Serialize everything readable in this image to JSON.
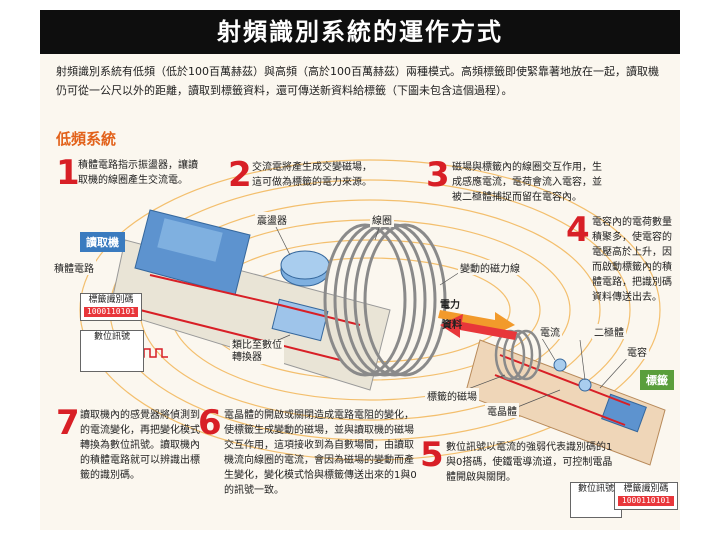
{
  "title": "射頻識別系統的運作方式",
  "intro": "射頻識別系統有低頻（低於100百萬赫茲）與高頻（高於100百萬赫茲）兩種模式。高頻標籤即使緊靠著地放在一起，讀取機仍可從一公尺以外的距離，讀取到標籤資料，還可傳送新資料給標籤（下圖未包含這個過程）。",
  "section_title": "低頻系統",
  "steps": [
    {
      "num": "1",
      "text": "積體電路指示振盪器，讓讀取機的線圈產生交流電。"
    },
    {
      "num": "2",
      "text": "交流電將產生成交變磁場，這可做為標籤的電力來源。"
    },
    {
      "num": "3",
      "text": "磁場與標籤內的線圈交互作用，生成感應電流，電荷會流入電容，並被二極體捕捉而留在電容內。"
    },
    {
      "num": "4",
      "text": "電容內的電荷數量積聚多，使電容的電壓高於上升，因而啟動標籤內的積體電路，把識別碼資料傳送出去。"
    },
    {
      "num": "5",
      "text": "數位訊號以電流的強弱代表識別碼的1與0搭碼，使鐵電導流道，可控制電晶體開啟與關閉。"
    },
    {
      "num": "6",
      "text": "電晶體的開啟或關閉造成電路電阻的變化，使標籤生成變動的磁場，並與讀取機的磁場交互作用，這項接收到為自數場間，由讀取機流向線圈的電流，會因為磁場的變動而產生變化，變化模式恰與標籤傳送出來的1與0的訊號一致。"
    },
    {
      "num": "7",
      "text": "讀取機內的感覺器將偵測到的電流變化，再把變化模式轉換為數位訊號。讀取機內的積體電路就可以辨識出標籤的識別碼。"
    }
  ],
  "labels": {
    "reader": "讀取機",
    "tag": "標籤",
    "ic_reader": "積體電路",
    "oscillator": "震盪器",
    "coil": "線圈",
    "field": "變動的磁力線",
    "power": "電力",
    "data": "資料",
    "current": "電流",
    "diode": "二極體",
    "capacitor": "電容",
    "tag_coil": "標籤的磁場",
    "transistor": "電晶體",
    "converter": "類比至數位轉換器",
    "ic_chip_reader": "標籤識別碼",
    "ic_chip_reader_code": "1000110101",
    "ic_chip_tag": "標籤識別碼",
    "ic_chip_tag_code": "1000110101",
    "digital_signal": "數位訊號",
    "digital_signal_tag": "數位訊號"
  },
  "colors": {
    "accent_red": "#d81f26",
    "section_orange": "#e2611a",
    "reader_blue": "#3a7bbf",
    "tag_green": "#5a9e3c",
    "field_orange": "#f2a93b"
  }
}
